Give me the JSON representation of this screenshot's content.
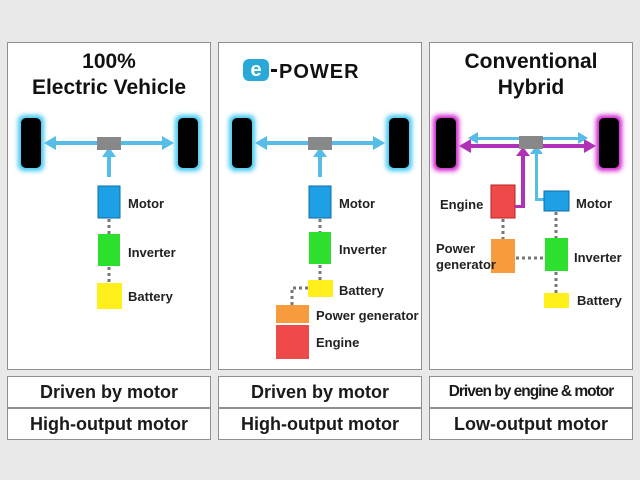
{
  "panels": [
    {
      "title_line1": "100%",
      "title_line2": "Electric Vehicle",
      "labels": {
        "motor": "Motor",
        "inverter": "Inverter",
        "battery": "Battery"
      },
      "caption_top": "Driven by motor",
      "caption_bottom": "High-output motor"
    },
    {
      "logo_text": "e-POWER",
      "labels": {
        "motor": "Motor",
        "inverter": "Inverter",
        "battery": "Battery",
        "power_generator": "Power generator",
        "engine": "Engine"
      },
      "caption_top": "Driven by motor",
      "caption_bottom": "High-output motor"
    },
    {
      "title_line1": "Conventional",
      "title_line2": "Hybrid",
      "labels": {
        "engine": "Engine",
        "motor": "Motor",
        "power_generator_1": "Power",
        "power_generator_2": "generator",
        "inverter": "Inverter",
        "battery": "Battery"
      },
      "caption_top": "Driven by engine & motor",
      "caption_bottom": "Low-output motor"
    }
  ],
  "colors": {
    "wheel_glow_electric": "#3cc8f0",
    "wheel_glow_hybrid": "#d020d0",
    "motor_drive_arrow": "#55bde8",
    "engine_drive_arrow": "#b030b8",
    "motor": "#1ea0e6",
    "inverter": "#2ee02e",
    "battery": "#ffef1a",
    "power_generator": "#f79b3c",
    "engine": "#ef4a4a",
    "gear": "#888888"
  }
}
